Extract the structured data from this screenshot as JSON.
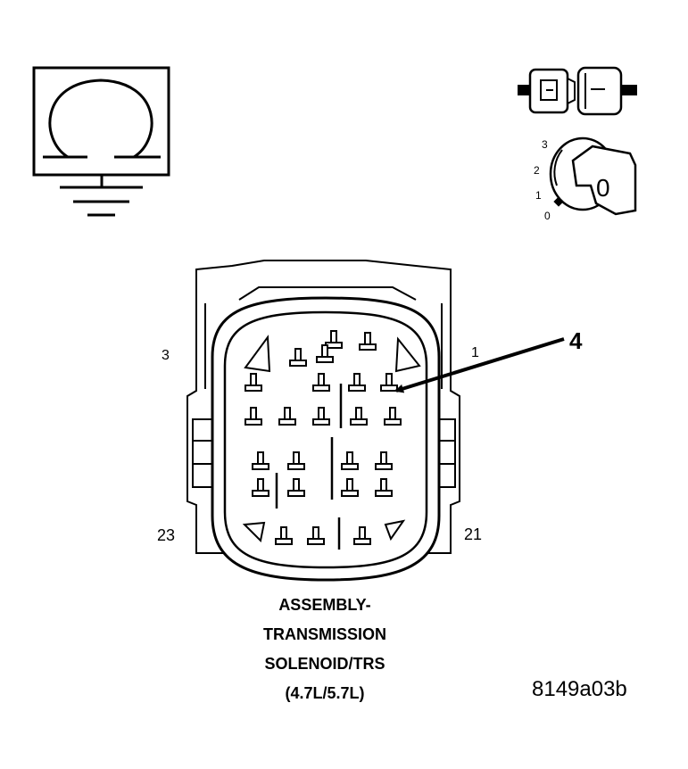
{
  "icons": {
    "ohmmeter": "ohm-ground-icon",
    "connector_disconnect": "connector-disconnected-icon",
    "ignition": "ignition-switch-off-icon"
  },
  "ignition": {
    "positions": [
      "3",
      "2",
      "1",
      "0"
    ],
    "key_label": "0"
  },
  "connector": {
    "pin_labels": {
      "top_left": "3",
      "top_right": "1",
      "bottom_left": "23",
      "bottom_right": "21"
    },
    "callout": "4"
  },
  "caption": {
    "lines": [
      "ASSEMBLY-",
      "TRANSMISSION",
      "SOLENOID/TRS",
      "(4.7L/5.7L)"
    ]
  },
  "figure_id": "8149a03b"
}
